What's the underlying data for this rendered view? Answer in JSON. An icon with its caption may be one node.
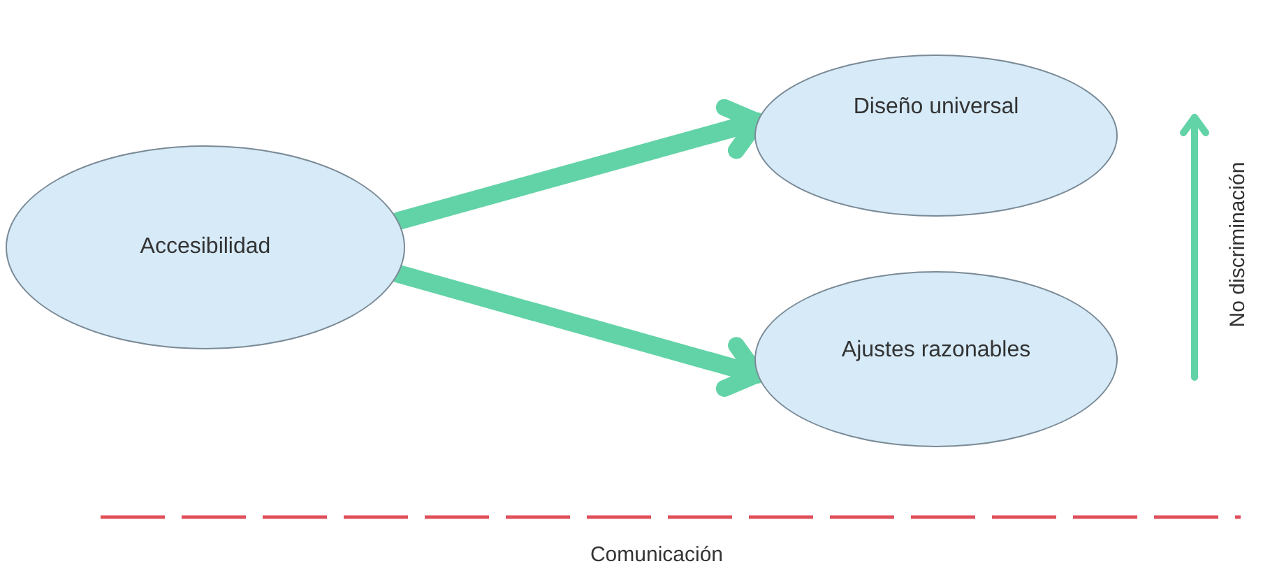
{
  "diagram": {
    "nodes": [
      {
        "text": [
          "Accesibilidad"
        ]
      },
      {
        "text": [
          "Diseño universal"
        ]
      },
      {
        "text": [
          "Ajustes razonables"
        ]
      }
    ],
    "edges": [
      {
        "from": 0,
        "to": 1,
        "arrow": "to"
      },
      {
        "from": 0,
        "to": 2,
        "arrow": "to"
      }
    ],
    "labels": [
      "No discriminación",
      "Comunicación"
    ]
  }
}
